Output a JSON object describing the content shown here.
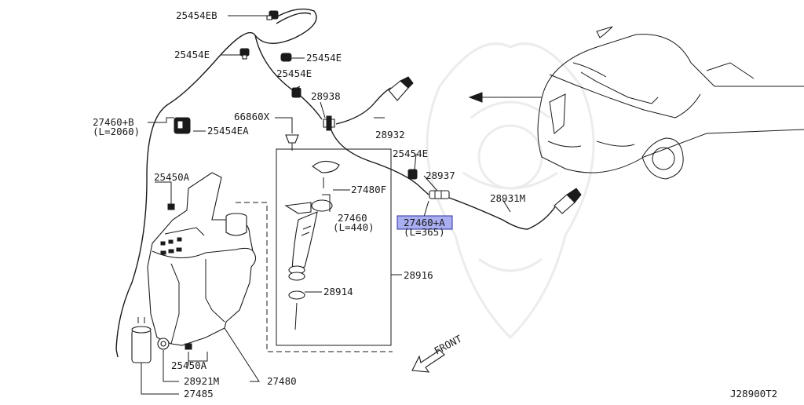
{
  "diagram_code": "J28900T2",
  "front_label": "FRONT",
  "highlight_color": "#a9aef0",
  "labels": {
    "p25454EB": "25454EB",
    "p25454E_a": "25454E",
    "p25454E_b": "25454E",
    "p25454E_c": "25454E",
    "p25454E_d": "25454E",
    "p28938": "28938",
    "p66860X": "66860X",
    "p27460B": "27460+B",
    "p27460B_len": "(L=2060)",
    "p25454EA": "25454EA",
    "p28932": "28932",
    "p28937": "28937",
    "p25450A_a": "25450A",
    "p27480F": "27480F",
    "p27460": "27460",
    "p27460_len": "(L=440)",
    "p28931M": "28931M",
    "p27460A": "27460+A",
    "p27460A_len": "(L=365)",
    "p28916": "28916",
    "p28914": "28914",
    "p25450A_b": "25450A",
    "p28921M": "28921M",
    "p27480": "27480",
    "p27485": "27485"
  }
}
